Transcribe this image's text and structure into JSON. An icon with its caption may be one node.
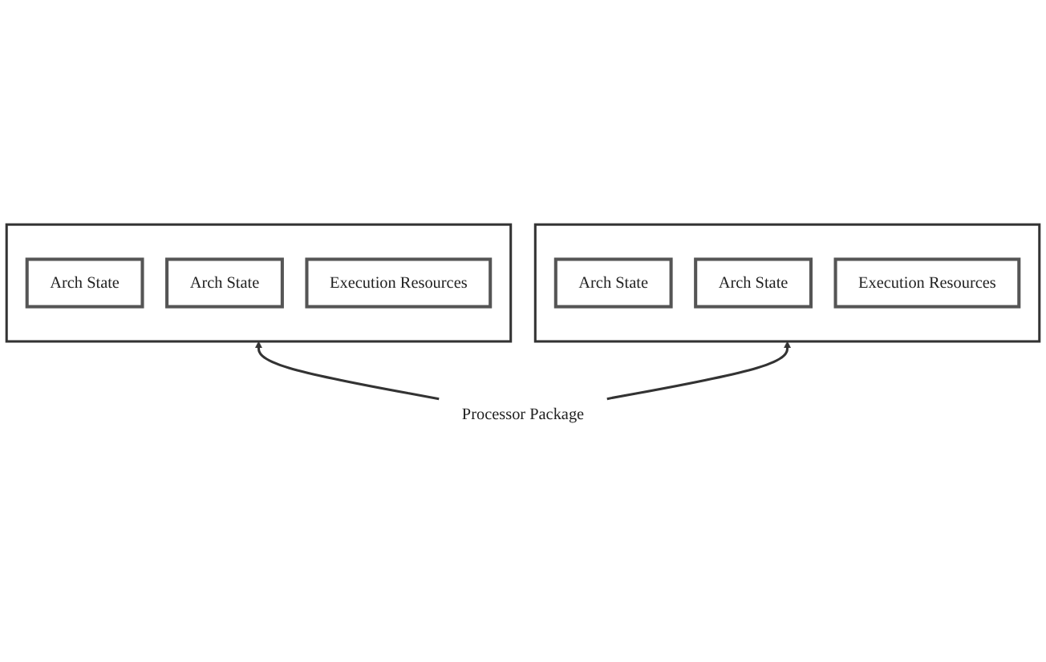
{
  "diagram": {
    "nodes": [
      {
        "text": [],
        "shape": "box"
      },
      {
        "text": [
          "Arch State"
        ],
        "in": 0
      },
      {
        "text": [
          "Arch State"
        ],
        "in": 0
      },
      {
        "text": [
          "Execution Resources"
        ],
        "in": 0
      },
      {
        "text": [],
        "shape": "box"
      },
      {
        "text": [
          "Arch State"
        ],
        "in": 4
      },
      {
        "text": [
          "Arch State"
        ],
        "in": 4
      },
      {
        "text": [
          "Execution Resources"
        ],
        "in": 4
      },
      {
        "text": [
          "Processor Package"
        ]
      }
    ],
    "edges": [
      {
        "from": 8,
        "to": 0,
        "arrow": "to"
      },
      {
        "from": 8,
        "to": 4,
        "arrow": "to"
      }
    ]
  }
}
